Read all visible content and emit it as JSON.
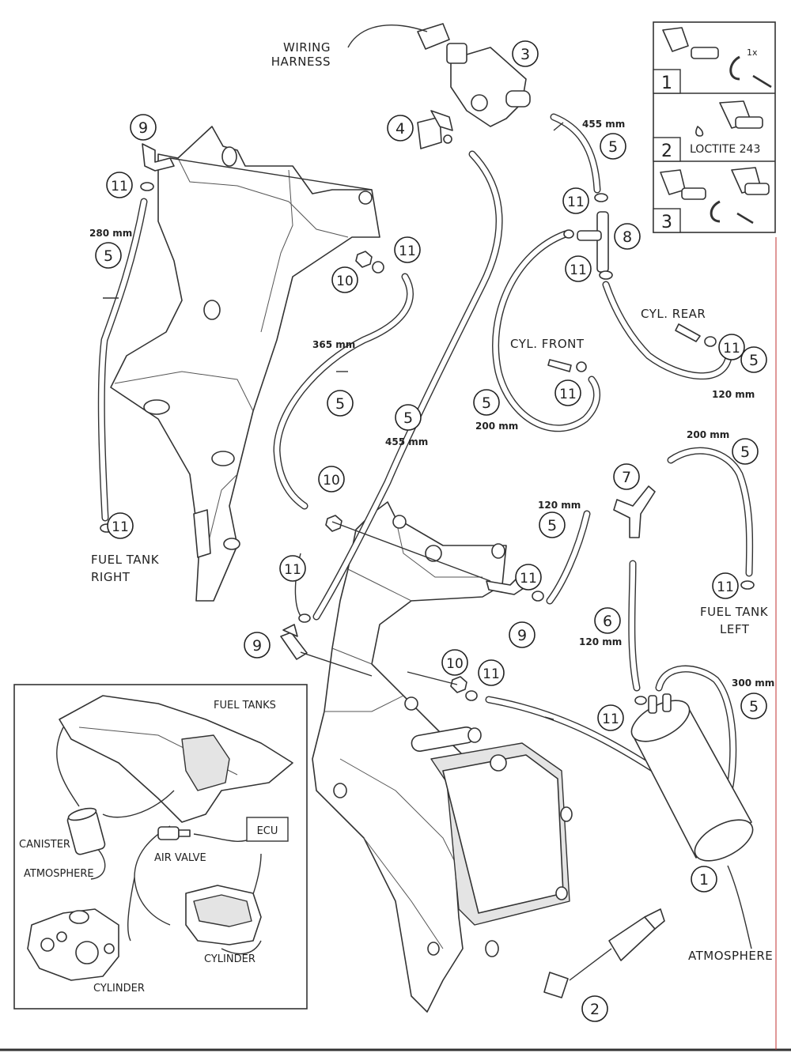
{
  "labels": {
    "wiring_harness": [
      "WIRING",
      "HARNESS"
    ],
    "cyl_front": "CYL. FRONT",
    "cyl_rear": "CYL. REAR",
    "fuel_tank_right": [
      "FUEL TANK",
      "RIGHT"
    ],
    "fuel_tank_left": [
      "FUEL TANK",
      "LEFT"
    ],
    "atmosphere": "ATMOSPHERE"
  },
  "callouts": [
    {
      "id": "c1",
      "num": "1"
    },
    {
      "id": "c2",
      "num": "2"
    },
    {
      "id": "c3",
      "num": "3"
    },
    {
      "id": "c4",
      "num": "4"
    },
    {
      "id": "c5a",
      "num": "5"
    },
    {
      "id": "c5b",
      "num": "5"
    },
    {
      "id": "c5c",
      "num": "5"
    },
    {
      "id": "c5d",
      "num": "5"
    },
    {
      "id": "c5e",
      "num": "5"
    },
    {
      "id": "c5f",
      "num": "5"
    },
    {
      "id": "c5g",
      "num": "5"
    },
    {
      "id": "c5h",
      "num": "5"
    },
    {
      "id": "c5i",
      "num": "5"
    },
    {
      "id": "c6",
      "num": "6"
    },
    {
      "id": "c7",
      "num": "7"
    },
    {
      "id": "c8",
      "num": "8"
    },
    {
      "id": "c9a",
      "num": "9"
    },
    {
      "id": "c9b",
      "num": "9"
    },
    {
      "id": "c9c",
      "num": "9"
    },
    {
      "id": "c10a",
      "num": "10"
    },
    {
      "id": "c10b",
      "num": "10"
    },
    {
      "id": "c10c",
      "num": "10"
    },
    {
      "id": "c11a",
      "num": "11"
    },
    {
      "id": "c11b",
      "num": "11"
    },
    {
      "id": "c11c",
      "num": "11"
    },
    {
      "id": "c11d",
      "num": "11"
    },
    {
      "id": "c11e",
      "num": "11"
    },
    {
      "id": "c11f",
      "num": "11"
    },
    {
      "id": "c11g",
      "num": "11"
    },
    {
      "id": "c11h",
      "num": "11"
    },
    {
      "id": "c11i",
      "num": "11"
    },
    {
      "id": "c11j",
      "num": "11"
    },
    {
      "id": "c11k",
      "num": "11"
    },
    {
      "id": "c11l",
      "num": "11"
    }
  ],
  "dimensions": {
    "d_455_top": "455 mm",
    "d_280": "280 mm",
    "d_365": "365 mm",
    "d_455_mid": "455 mm",
    "d_200_front": "200 mm",
    "d_120_rear": "120 mm",
    "d_200_right": "200 mm",
    "d_120_mid": "120 mm",
    "d_120_six": "120 mm",
    "d_300": "300 mm"
  },
  "steps_panel": {
    "steps": [
      {
        "num": "1",
        "note": "1x"
      },
      {
        "num": "2",
        "note": "LOCTITE 243"
      },
      {
        "num": "3",
        "note": ""
      }
    ]
  },
  "inset": {
    "fuel_tanks": "FUEL TANKS",
    "ecu": "ECU",
    "canister": "CANISTER",
    "air_valve": "AIR VALVE",
    "atmosphere": "ATMOSPHERE",
    "cylinder_right": "CYLINDER",
    "cylinder_left": "CYLINDER"
  }
}
